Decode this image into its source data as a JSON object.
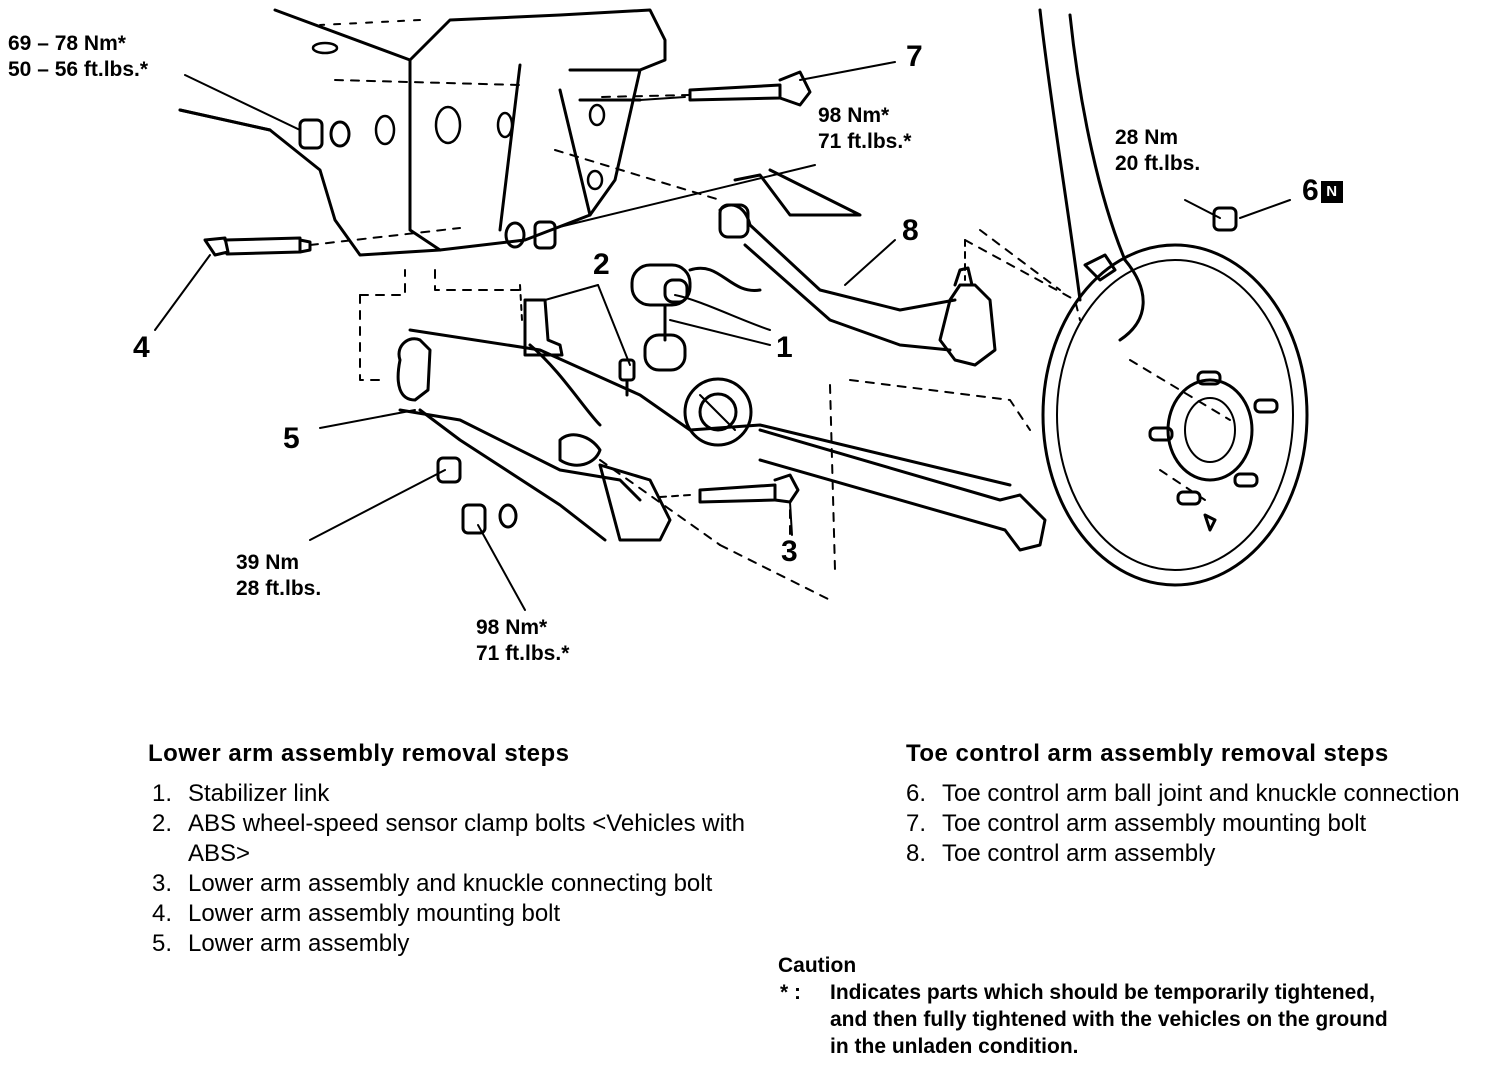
{
  "torque_labels": {
    "top_left_nm": "69 – 78 Nm*",
    "top_left_ft": "50 – 56 ft.lbs.*",
    "mid_nm": "98 Nm*",
    "mid_ft": "71 ft.lbs.*",
    "right_nm": "28 Nm",
    "right_ft": "20 ft.lbs.",
    "lower_left_nm": "39 Nm",
    "lower_left_ft": "28 ft.lbs.",
    "bottom_nm": "98 Nm*",
    "bottom_ft": "71 ft.lbs.*"
  },
  "callouts": {
    "c1": "1",
    "c2": "2",
    "c3": "3",
    "c4": "4",
    "c5": "5",
    "c6": "6",
    "c6_badge": "N",
    "c7": "7",
    "c8": "8"
  },
  "lower_arm": {
    "heading": "Lower arm assembly removal steps",
    "steps": [
      {
        "n": "1.",
        "text": "Stabilizer link"
      },
      {
        "n": "2.",
        "text": "ABS wheel-speed sensor clamp bolts <Vehicles with ABS>"
      },
      {
        "n": "3.",
        "text": "Lower arm assembly and knuckle connecting bolt"
      },
      {
        "n": "4.",
        "text": "Lower arm assembly mounting bolt"
      },
      {
        "n": "5.",
        "text": "Lower arm assembly"
      }
    ]
  },
  "toe_control": {
    "heading": "Toe control arm assembly removal steps",
    "steps": [
      {
        "n": "6.",
        "text": "Toe control arm ball joint and knuckle connection"
      },
      {
        "n": "7.",
        "text": "Toe control arm assembly mounting bolt"
      },
      {
        "n": "8.",
        "text": "Toe control arm assembly"
      }
    ]
  },
  "caution": {
    "title": "Caution",
    "marker": "* :",
    "text": "Indicates parts which should be temporarily tightened, and then fully tightened with the vehicles on the ground in the unladen condition."
  }
}
